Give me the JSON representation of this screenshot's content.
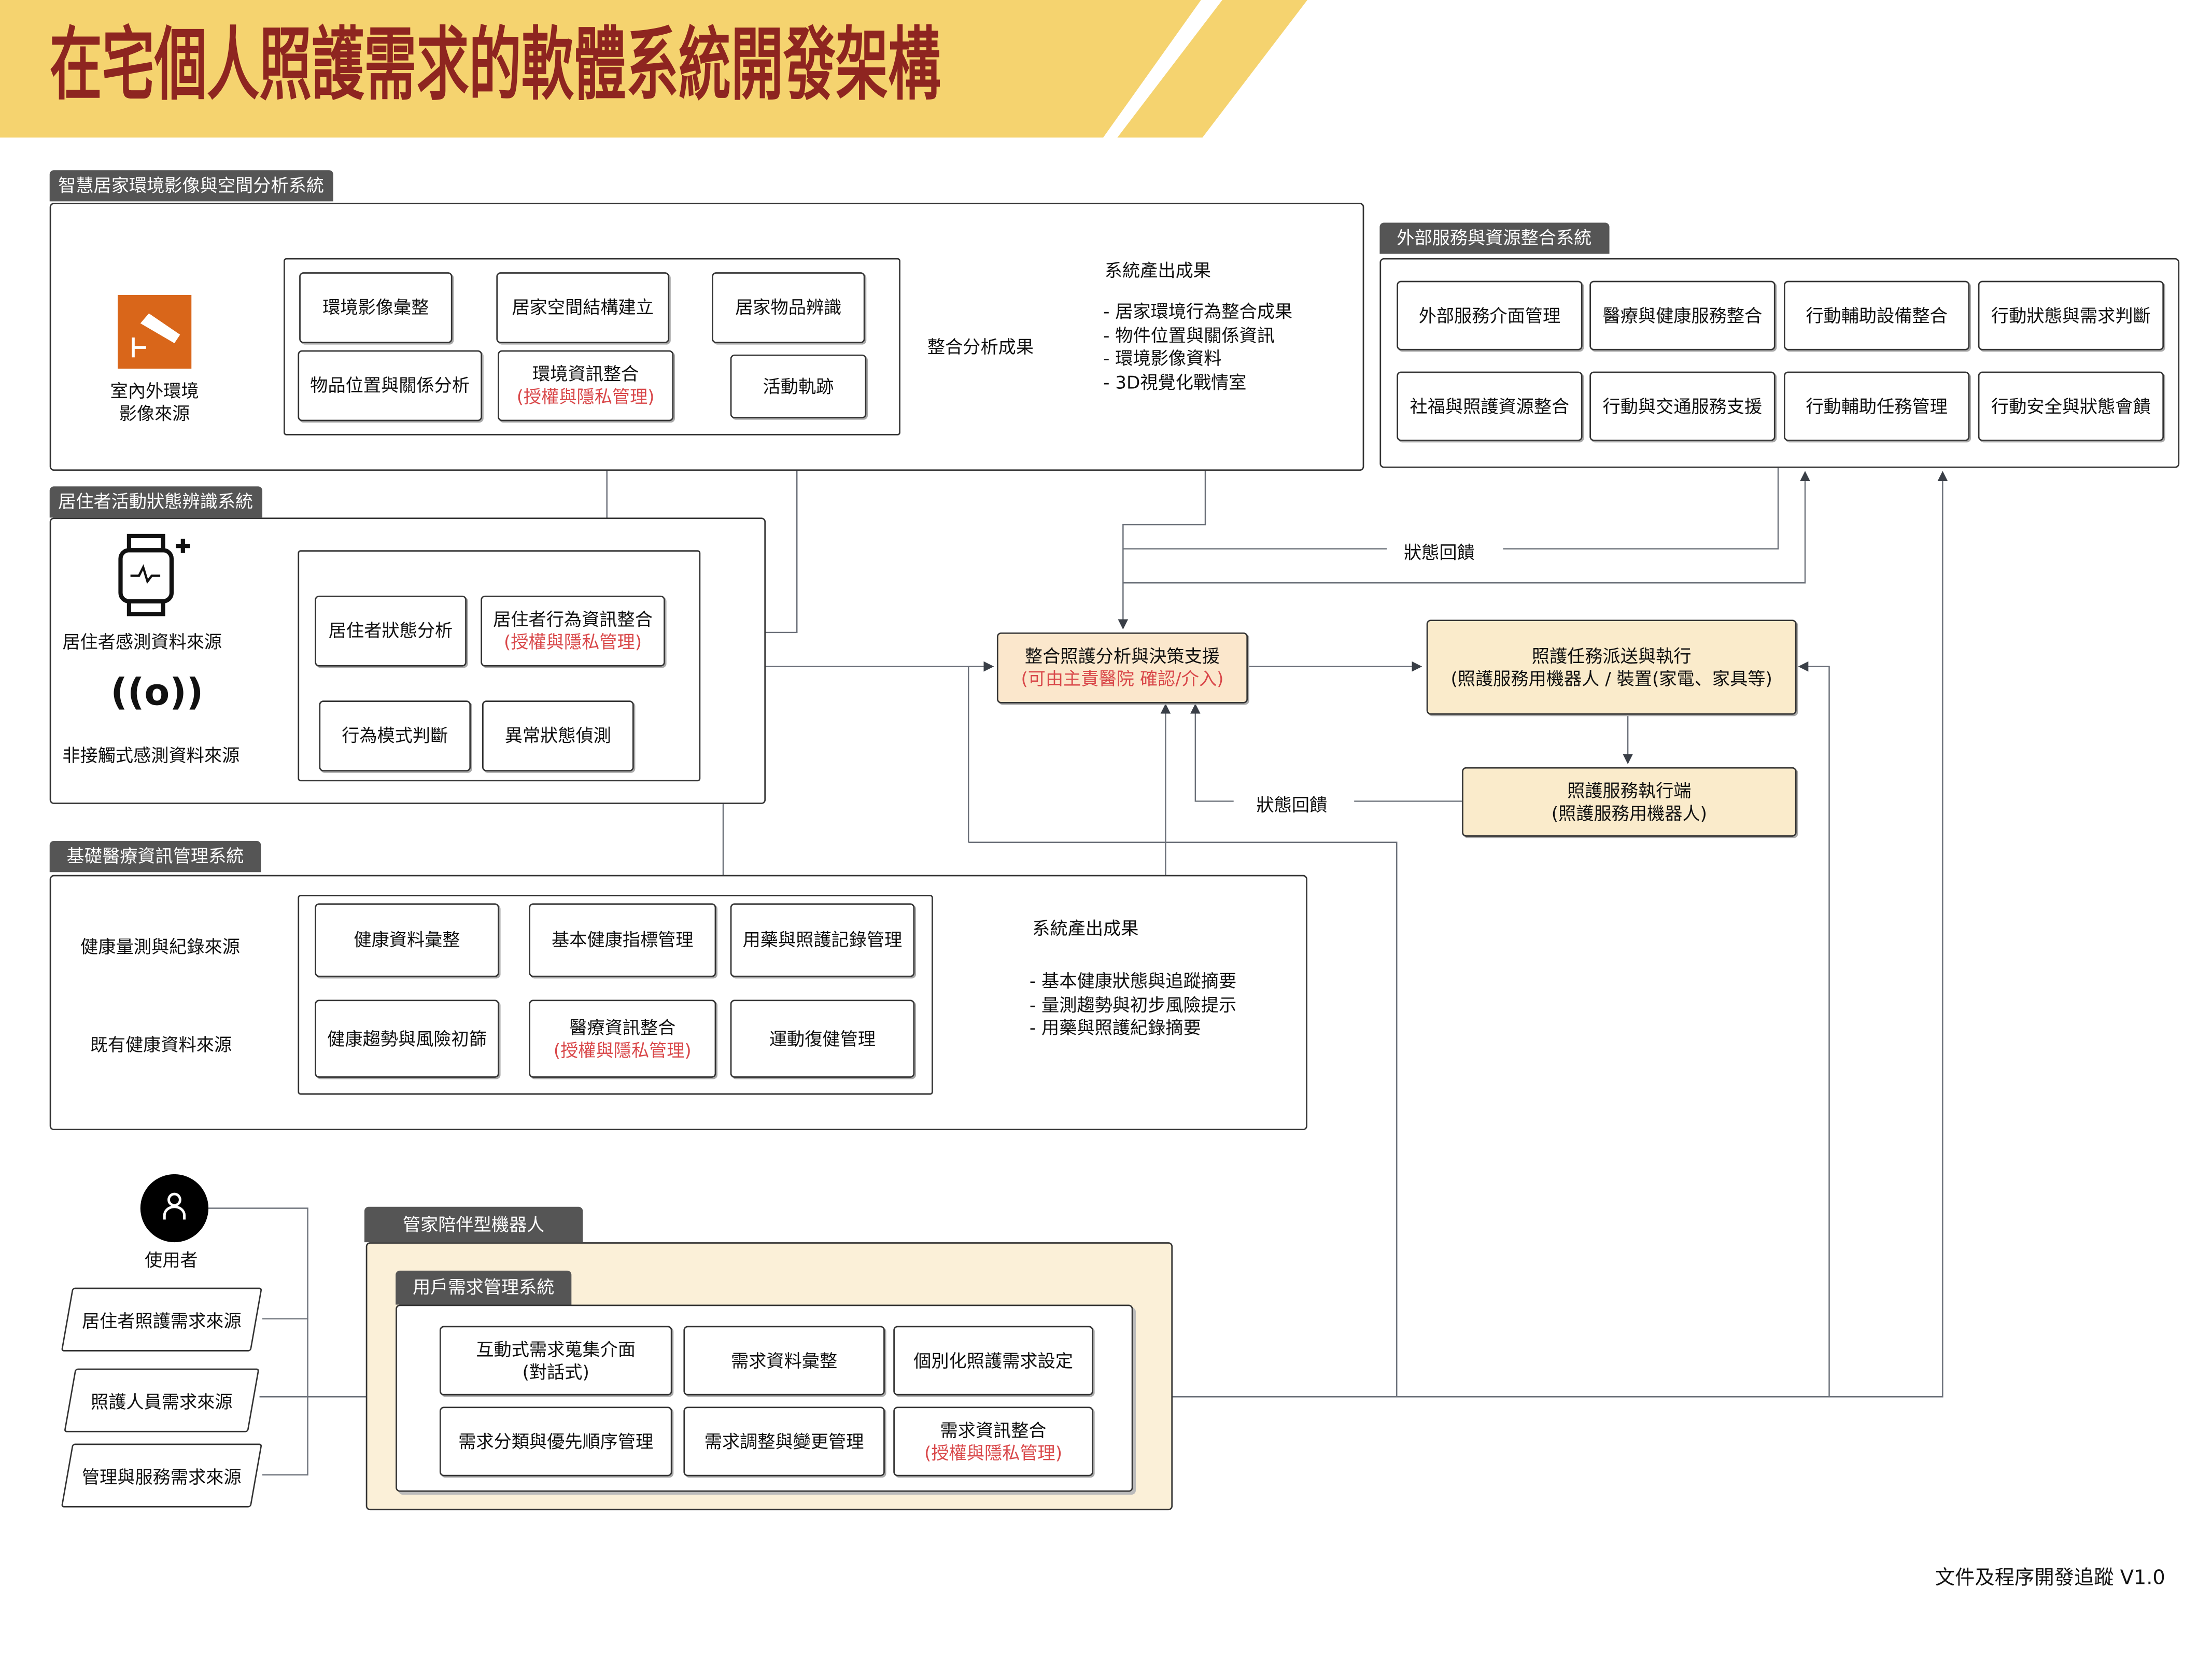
{
  "title": "在宅個人照護需求的軟體系統開發架構",
  "colors": {
    "title_band": "#F5D36F",
    "title_text": "#8E2520",
    "tab_bg": "#555555",
    "privacy_red": "#D9484A",
    "camera_orange": "#D9661A",
    "highlight_box": "#FBE7CC",
    "robot_bg": "#FBF0D8"
  },
  "env_system": {
    "tab": "智慧居家環境影像與空間分析系統",
    "source_label_1": "室內外環境",
    "source_label_2": "影像來源",
    "boxes": [
      "環境影像彙整",
      "居家空間結構建立",
      "居家物品辨識",
      "物品位置與關係分析",
      "環境資訊整合",
      "活動軌跡"
    ],
    "privacy_note": "(授權與隱私管理)",
    "flow_label": "整合分析成果",
    "output_title": "系統產出成果",
    "outputs": [
      "- 居家環境行為整合成果",
      "- 物件位置與關係資訊",
      "- 環境影像資料",
      "- 3D視覺化戰情室"
    ]
  },
  "activity_system": {
    "tab": "居住者活動狀態辨識系統",
    "source_1": "居住者感測資料來源",
    "source_2": "非接觸式感測資料來源",
    "boxes": [
      "居住者狀態分析",
      "居住者行為資訊整合",
      "行為模式判斷",
      "異常狀態偵測"
    ],
    "privacy_note": "(授權與隱私管理)"
  },
  "external_system": {
    "tab": "外部服務與資源整合系統",
    "boxes": [
      "外部服務介面管理",
      "醫療與健康服務整合",
      "行動輔助設備整合",
      "行動狀態與需求判斷",
      "社福與照護資源整合",
      "行動與交通服務支援",
      "行動輔助任務管理",
      "行動安全與狀態會饋"
    ]
  },
  "decision": {
    "title": "整合照護分析與決策支援",
    "note": "(可由主責醫院 確認/介入)"
  },
  "dispatch": {
    "line1": "照護任務派送與執行",
    "line2": "(照護服務用機器人 / 裝置(家電、家具等)"
  },
  "executor": {
    "line1": "照護服務執行端",
    "line2": "(照護服務用機器人)"
  },
  "feedback_label": "狀態回饋",
  "medical_system": {
    "tab": "基礎醫療資訊管理系統",
    "sources": [
      "健康量測與紀錄來源",
      "既有健康資料來源"
    ],
    "boxes": [
      "健康資料彙整",
      "基本健康指標管理",
      "用藥與照護記錄管理",
      "健康趨勢與風險初篩",
      "醫療資訊整合",
      "運動復健管理"
    ],
    "privacy_note": "(授權與隱私管理)",
    "output_title": "系統產出成果",
    "outputs": [
      "- 基本健康狀態與追蹤摘要",
      "- 量測趨勢與初步風險提示",
      "- 用藥與照護紀錄摘要"
    ]
  },
  "user": {
    "label": "使用者",
    "sources": [
      "居住者照護需求來源",
      "照護人員需求來源",
      "管理與服務需求來源"
    ]
  },
  "robot": {
    "tab": "管家陪伴型機器人",
    "subsystem_tab": "用戶需求管理系統",
    "boxes": [
      "互動式需求蒐集介面",
      "(對話式)",
      "需求資料彙整",
      "個別化照護需求設定",
      "需求分類與優先順序管理",
      "需求調整與變更管理",
      "需求資訊整合"
    ],
    "privacy_note": "(授權與隱私管理)"
  },
  "footer": "文件及程序開發追蹤 V1.0"
}
